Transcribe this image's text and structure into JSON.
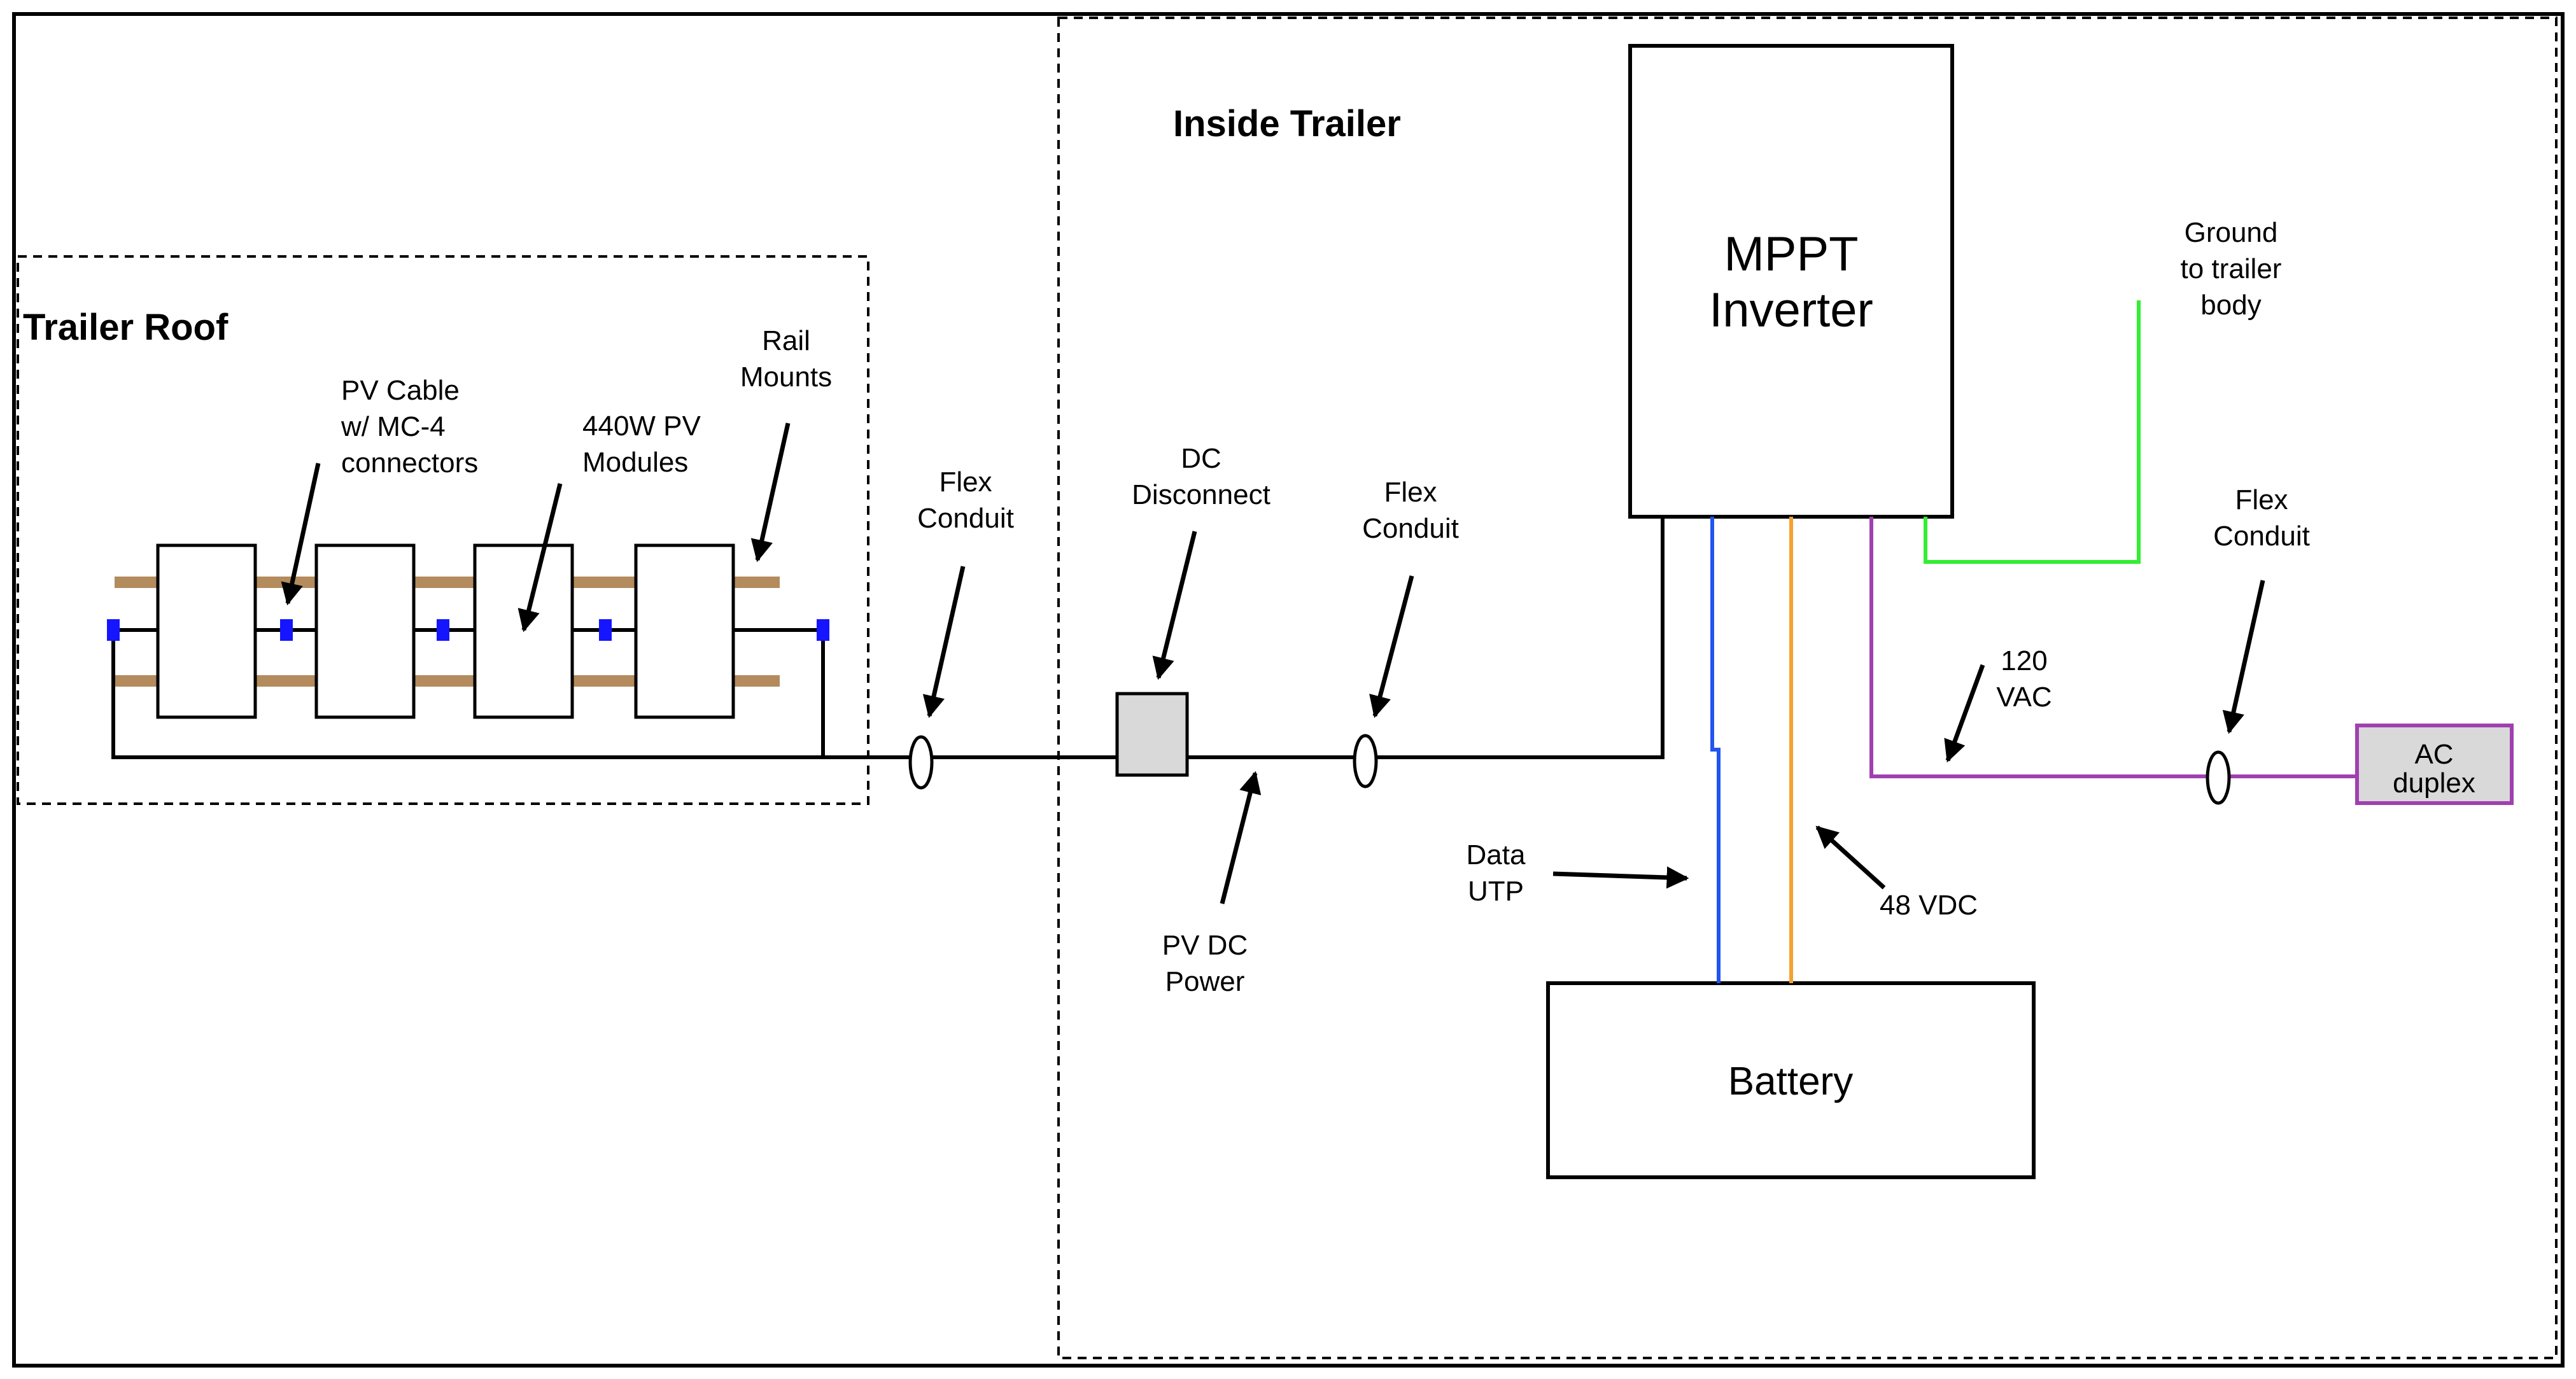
{
  "regions": {
    "roof_title": "Trailer Roof",
    "inside_title": "Inside Trailer"
  },
  "components": {
    "inverter": [
      "MPPT",
      "Inverter"
    ],
    "battery": "Battery",
    "ac_duplex": [
      "AC",
      "duplex"
    ]
  },
  "labels": {
    "pv_cable": [
      "PV Cable",
      "w/ MC-4",
      "connectors"
    ],
    "pv_modules": [
      "440W PV",
      "Modules"
    ],
    "rail_mounts": [
      "Rail",
      "Mounts"
    ],
    "flex_conduit_1": [
      "Flex",
      "Conduit"
    ],
    "dc_disconnect": [
      "DC",
      "Disconnect"
    ],
    "flex_conduit_2": [
      "Flex",
      "Conduit"
    ],
    "pv_dc_power": [
      "PV DC",
      "Power"
    ],
    "ground": [
      "Ground",
      "to trailer",
      "body"
    ],
    "flex_conduit_3": [
      "Flex",
      "Conduit"
    ],
    "vac": [
      "120",
      "VAC"
    ],
    "data_utp": [
      "Data",
      "UTP"
    ],
    "vdc": "48 VDC"
  },
  "colors": {
    "rail": "#b38b5d",
    "connector": "#1515ff",
    "ground_wire": "#33ee33",
    "data_wire": "#2255ee",
    "dc_wire": "#f5a030",
    "ac_wire": "#a040b0",
    "ac_duplex_fill": "#d9d9d9",
    "disconnect_fill": "#d9d9d9"
  }
}
